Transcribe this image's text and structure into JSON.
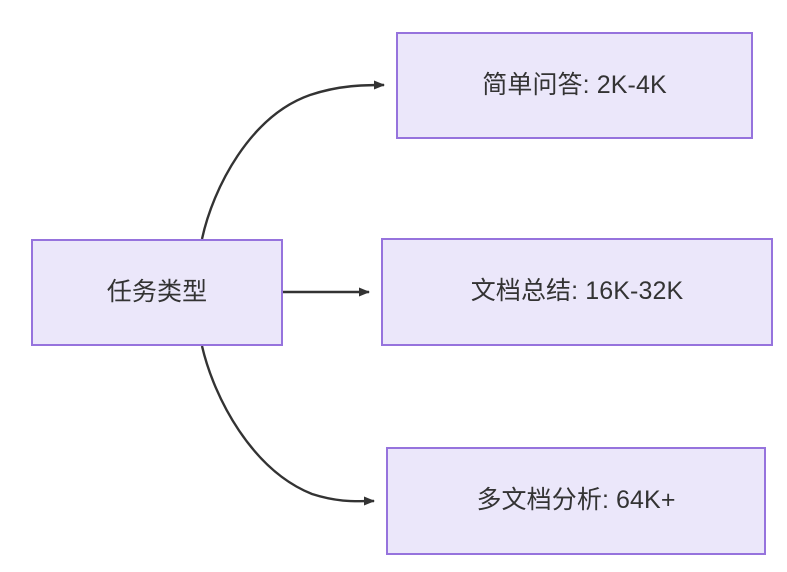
{
  "diagram": {
    "type": "flowchart",
    "direction": "left-to-right",
    "background_color": "#ffffff",
    "node_fill_color": "#ebe7fa",
    "node_border_color": "#9673dd",
    "text_color": "#333333",
    "edge_color": "#333333",
    "nodes": [
      {
        "id": "source",
        "label": "任务类型",
        "role": "root"
      },
      {
        "id": "simple-qa",
        "label": "简单问答: 2K-4K",
        "role": "leaf"
      },
      {
        "id": "doc-summary",
        "label": "文档总结: 16K-32K",
        "role": "leaf"
      },
      {
        "id": "multi-doc",
        "label": "多文档分析: 64K+",
        "role": "leaf"
      }
    ],
    "edges": [
      {
        "id": "edge-source-simple-qa",
        "from": "source",
        "to": "simple-qa",
        "label": "",
        "style": "curved-arrow"
      },
      {
        "id": "edge-source-doc-summary",
        "from": "source",
        "to": "doc-summary",
        "label": "",
        "style": "straight-arrow"
      },
      {
        "id": "edge-source-multi-doc",
        "from": "source",
        "to": "multi-doc",
        "label": "",
        "style": "curved-arrow"
      }
    ]
  }
}
